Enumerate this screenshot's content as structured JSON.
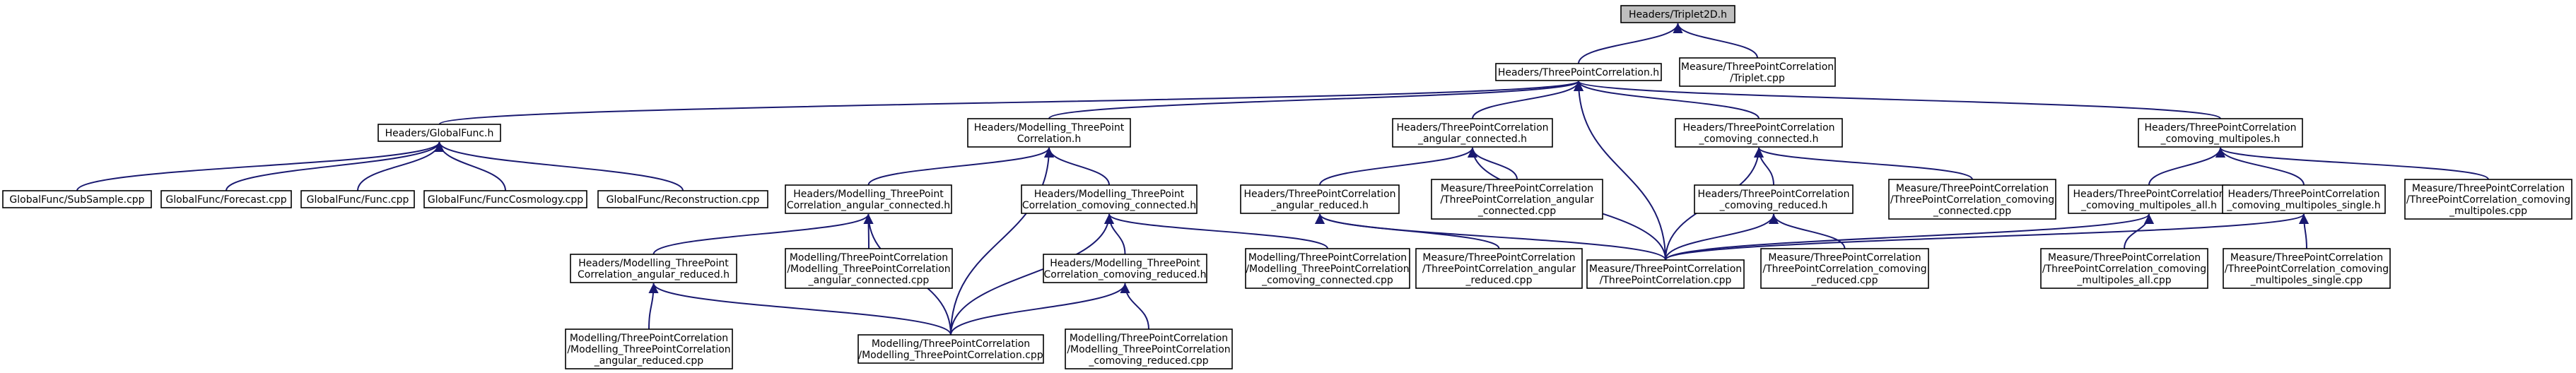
{
  "diagram": {
    "type": "include-dependency-graph",
    "edge_color": "#191970",
    "root_fill": "#bfbfbf",
    "nodes": [
      {
        "id": "n0",
        "lines": [
          "Headers/Triplet2D.h"
        ],
        "root": true
      },
      {
        "id": "n1",
        "lines": [
          "Headers/ThreePointCorrelation.h"
        ]
      },
      {
        "id": "n2",
        "lines": [
          "Measure/ThreePointCorrelation",
          "/Triplet.cpp"
        ]
      },
      {
        "id": "n3",
        "lines": [
          "Headers/GlobalFunc.h"
        ]
      },
      {
        "id": "n4",
        "lines": [
          "Headers/Modelling_ThreePoint",
          "Correlation.h"
        ]
      },
      {
        "id": "n5",
        "lines": [
          "Headers/ThreePointCorrelation",
          "_angular_connected.h"
        ]
      },
      {
        "id": "n6",
        "lines": [
          "Headers/ThreePointCorrelation",
          "_comoving_connected.h"
        ]
      },
      {
        "id": "n7",
        "lines": [
          "Headers/ThreePointCorrelation",
          "_comoving_multipoles.h"
        ]
      },
      {
        "id": "n8",
        "lines": [
          "GlobalFunc/SubSample.cpp"
        ]
      },
      {
        "id": "n9",
        "lines": [
          "GlobalFunc/Forecast.cpp"
        ]
      },
      {
        "id": "n10",
        "lines": [
          "GlobalFunc/Func.cpp"
        ]
      },
      {
        "id": "n11",
        "lines": [
          "GlobalFunc/FuncCosmology.cpp"
        ]
      },
      {
        "id": "n12",
        "lines": [
          "GlobalFunc/Reconstruction.cpp"
        ]
      },
      {
        "id": "n13",
        "lines": [
          "Headers/Modelling_ThreePoint",
          "Correlation_angular_connected.h"
        ]
      },
      {
        "id": "n14",
        "lines": [
          "Headers/Modelling_ThreePoint",
          "Correlation_comoving_connected.h"
        ]
      },
      {
        "id": "n15",
        "lines": [
          "Headers/ThreePointCorrelation",
          "_angular_reduced.h"
        ]
      },
      {
        "id": "n16",
        "lines": [
          "Measure/ThreePointCorrelation",
          "/ThreePointCorrelation_angular",
          "_connected.cpp"
        ]
      },
      {
        "id": "n17",
        "lines": [
          "Headers/ThreePointCorrelation",
          "_comoving_reduced.h"
        ]
      },
      {
        "id": "n18",
        "lines": [
          "Measure/ThreePointCorrelation",
          "/ThreePointCorrelation_comoving",
          "_connected.cpp"
        ]
      },
      {
        "id": "n19",
        "lines": [
          "Headers/ThreePointCorrelation",
          "_comoving_multipoles_all.h"
        ]
      },
      {
        "id": "n20",
        "lines": [
          "Headers/ThreePointCorrelation",
          "_comoving_multipoles_single.h"
        ]
      },
      {
        "id": "n21",
        "lines": [
          "Measure/ThreePointCorrelation",
          "/ThreePointCorrelation_comoving",
          "_multipoles.cpp"
        ]
      },
      {
        "id": "n22",
        "lines": [
          "Headers/Modelling_ThreePoint",
          "Correlation_angular_reduced.h"
        ]
      },
      {
        "id": "n23",
        "lines": [
          "Modelling/ThreePointCorrelation",
          "/Modelling_ThreePointCorrelation",
          "_angular_connected.cpp"
        ]
      },
      {
        "id": "n24",
        "lines": [
          "Headers/Modelling_ThreePoint",
          "Correlation_comoving_reduced.h"
        ]
      },
      {
        "id": "n25",
        "lines": [
          "Modelling/ThreePointCorrelation",
          "/Modelling_ThreePointCorrelation",
          "_comoving_connected.cpp"
        ]
      },
      {
        "id": "n26",
        "lines": [
          "Measure/ThreePointCorrelation",
          "/ThreePointCorrelation_angular",
          "_reduced.cpp"
        ]
      },
      {
        "id": "n27",
        "lines": [
          "Measure/ThreePointCorrelation",
          "/ThreePointCorrelation.cpp"
        ]
      },
      {
        "id": "n28",
        "lines": [
          "Measure/ThreePointCorrelation",
          "/ThreePointCorrelation_comoving",
          "_reduced.cpp"
        ]
      },
      {
        "id": "n29",
        "lines": [
          "Measure/ThreePointCorrelation",
          "/ThreePointCorrelation_comoving",
          "_multipoles_all.cpp"
        ]
      },
      {
        "id": "n30",
        "lines": [
          "Measure/ThreePointCorrelation",
          "/ThreePointCorrelation_comoving",
          "_multipoles_single.cpp"
        ]
      },
      {
        "id": "n31",
        "lines": [
          "Modelling/ThreePointCorrelation",
          "/Modelling_ThreePointCorrelation",
          "_angular_reduced.cpp"
        ]
      },
      {
        "id": "n32",
        "lines": [
          "Modelling/ThreePointCorrelation",
          "/Modelling_ThreePointCorrelation.cpp"
        ]
      },
      {
        "id": "n33",
        "lines": [
          "Modelling/ThreePointCorrelation",
          "/Modelling_ThreePointCorrelation",
          "_comoving_reduced.cpp"
        ]
      }
    ],
    "edges": [
      [
        "n0",
        "n1"
      ],
      [
        "n0",
        "n2"
      ],
      [
        "n1",
        "n3"
      ],
      [
        "n1",
        "n4"
      ],
      [
        "n1",
        "n5"
      ],
      [
        "n1",
        "n6"
      ],
      [
        "n1",
        "n7"
      ],
      [
        "n1",
        "n27"
      ],
      [
        "n3",
        "n8"
      ],
      [
        "n3",
        "n9"
      ],
      [
        "n3",
        "n10"
      ],
      [
        "n3",
        "n11"
      ],
      [
        "n3",
        "n12"
      ],
      [
        "n4",
        "n13"
      ],
      [
        "n4",
        "n14"
      ],
      [
        "n4",
        "n32"
      ],
      [
        "n5",
        "n15"
      ],
      [
        "n5",
        "n16"
      ],
      [
        "n5",
        "n27"
      ],
      [
        "n6",
        "n17"
      ],
      [
        "n6",
        "n18"
      ],
      [
        "n6",
        "n27"
      ],
      [
        "n7",
        "n19"
      ],
      [
        "n7",
        "n20"
      ],
      [
        "n7",
        "n21"
      ],
      [
        "n13",
        "n22"
      ],
      [
        "n13",
        "n23"
      ],
      [
        "n13",
        "n32"
      ],
      [
        "n14",
        "n24"
      ],
      [
        "n14",
        "n25"
      ],
      [
        "n14",
        "n32"
      ],
      [
        "n15",
        "n26"
      ],
      [
        "n15",
        "n27"
      ],
      [
        "n17",
        "n27"
      ],
      [
        "n17",
        "n28"
      ],
      [
        "n19",
        "n27"
      ],
      [
        "n19",
        "n29"
      ],
      [
        "n20",
        "n27"
      ],
      [
        "n20",
        "n30"
      ],
      [
        "n22",
        "n31"
      ],
      [
        "n22",
        "n32"
      ],
      [
        "n24",
        "n32"
      ],
      [
        "n24",
        "n33"
      ]
    ]
  }
}
